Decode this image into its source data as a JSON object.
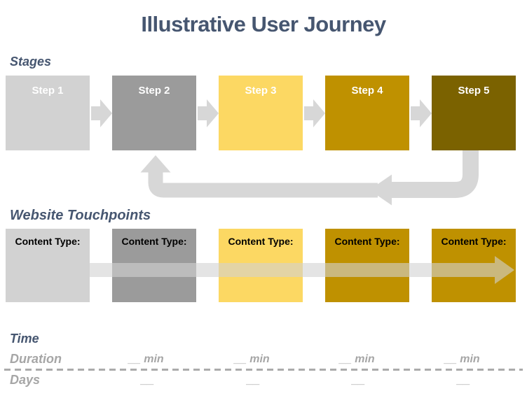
{
  "title": "Illustrative User Journey",
  "headings": {
    "stages": "Stages",
    "touchpoints": "Website Touchpoints",
    "time": "Time"
  },
  "steps": [
    {
      "label": "Step 1",
      "color": "#D2D2D2"
    },
    {
      "label": "Step 2",
      "color": "#9B9B9B"
    },
    {
      "label": "Step 3",
      "color": "#FCD863"
    },
    {
      "label": "Step 4",
      "color": "#BF9100"
    },
    {
      "label": "Step 5",
      "color": "#7B6200"
    }
  ],
  "touchpoints": [
    {
      "label": "Content Type:",
      "color": "#D2D2D2"
    },
    {
      "label": "Content Type:",
      "color": "#9B9B9B"
    },
    {
      "label": "Content Type:",
      "color": "#FCD863"
    },
    {
      "label": "Content Type:",
      "color": "#BF9100"
    },
    {
      "label": "Content Type:",
      "color": "#BF9100"
    }
  ],
  "time": {
    "duration_label": "Duration",
    "days_label": "Days",
    "duration_entries": [
      "__ min",
      "__ min",
      "__ min",
      "__ min"
    ],
    "days_entries": [
      "__",
      "__",
      "__",
      "__"
    ]
  },
  "colors": {
    "heading_text": "#465670",
    "arrow": "#D7D7D7",
    "band": "#D2D2D2",
    "gray_text": "#A6A6A6",
    "dash_line": "#ABABAB",
    "step_label_text": "#FFFFFF",
    "content_label_text": "#000000"
  }
}
